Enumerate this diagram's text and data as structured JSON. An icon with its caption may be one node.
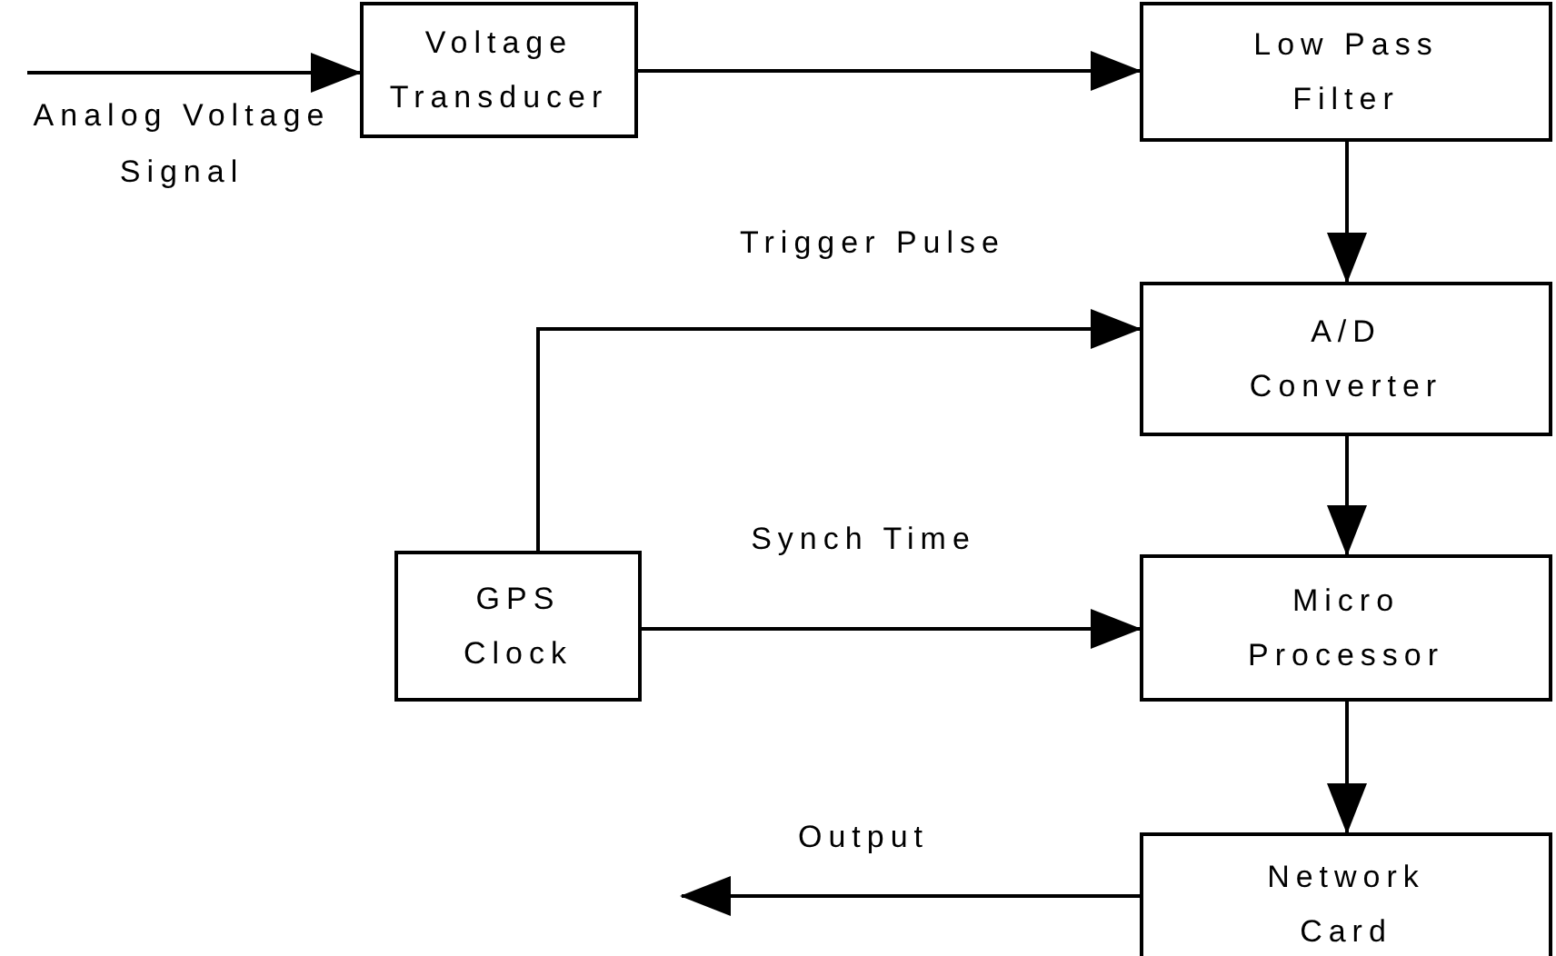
{
  "diagram": {
    "nodes": [
      {
        "text": [
          "Voltage Transducer"
        ]
      },
      {
        "text": [
          "Low Pass Filter"
        ]
      },
      {
        "text": [
          "A/D Converter"
        ]
      },
      {
        "text": [
          "GPS Clock"
        ]
      },
      {
        "text": [
          "Micro Processor"
        ]
      },
      {
        "text": [
          "Network Card"
        ]
      }
    ],
    "edges": [
      {
        "from": null,
        "to": 0,
        "arrow": "to",
        "label": "Analog Voltage Signal"
      },
      {
        "from": 0,
        "to": 1,
        "arrow": "to"
      },
      {
        "from": 1,
        "to": 2,
        "arrow": "to"
      },
      {
        "from": 3,
        "to": 2,
        "arrow": "to",
        "label": "Trigger Pulse"
      },
      {
        "from": 3,
        "to": 4,
        "arrow": "to",
        "label": "Synch Time"
      },
      {
        "from": 2,
        "to": 4,
        "arrow": "to"
      },
      {
        "from": 4,
        "to": 5,
        "arrow": "to"
      },
      {
        "from": 5,
        "to": null,
        "arrow": "to",
        "label": "Output"
      }
    ]
  }
}
